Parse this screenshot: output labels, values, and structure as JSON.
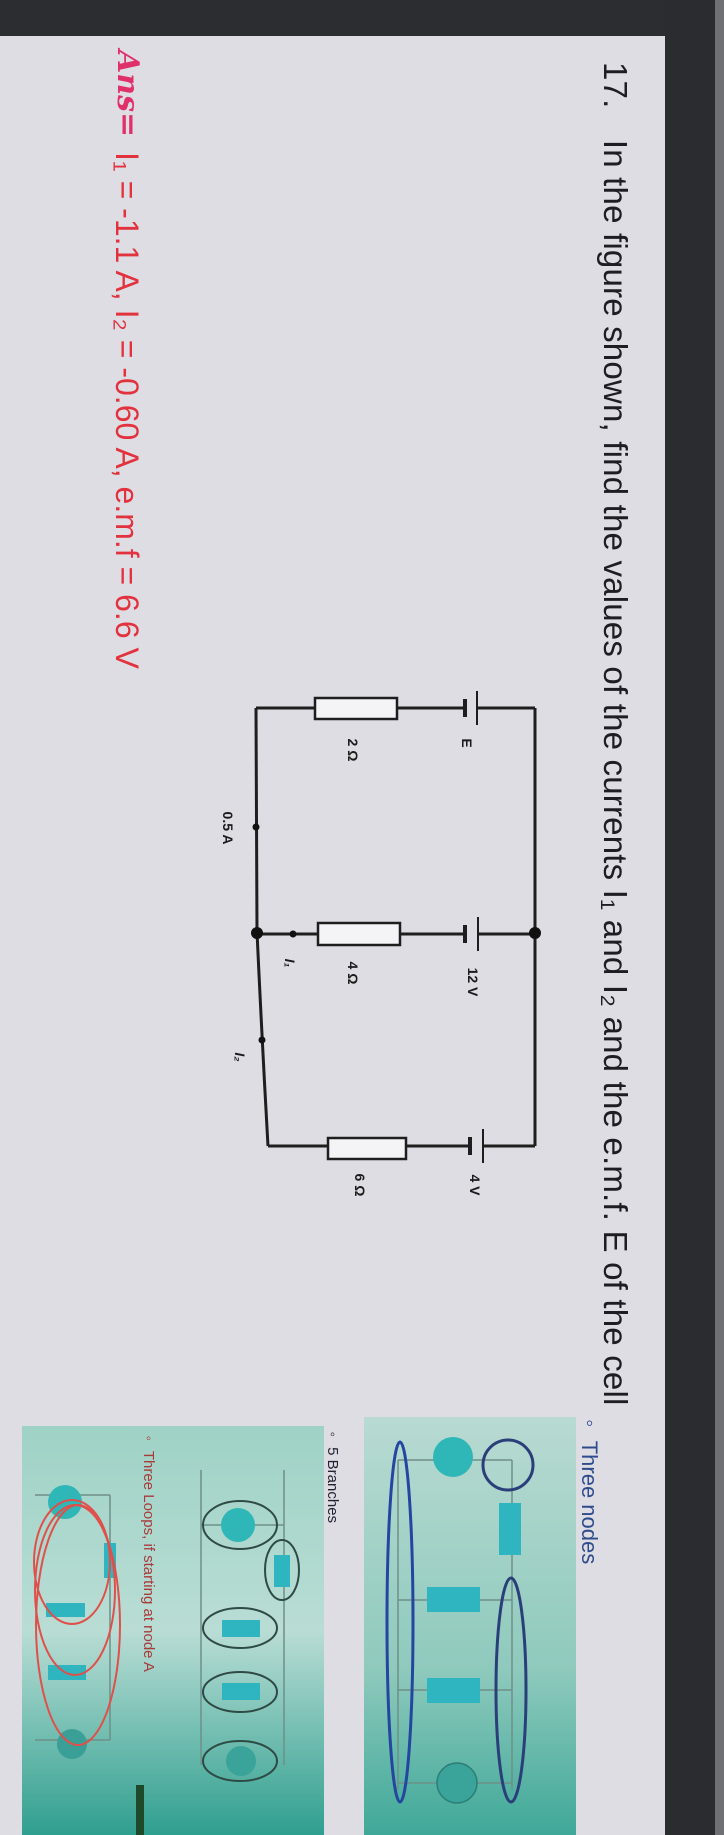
{
  "question": {
    "number": "17.",
    "text": "In the figure shown, find the values of the currents I₁ and I₂ and the e.m.f. E of the cell"
  },
  "answer": {
    "prefix": "Ans=",
    "text": "I₁ = -1.1 A, I₂ = -0.60 A, e.m.f = 6.6 V",
    "color": "#e2323e"
  },
  "circuit": {
    "emf_label": "E",
    "r1_label": "2 Ω",
    "current_label": "0.5 A",
    "i1_label": "I₁",
    "r2_label": "4 Ω",
    "v2_label": "12 V",
    "i2_label": "I₂",
    "r3_label": "6 Ω",
    "v3_label": "4 V"
  },
  "slides": {
    "nodes_label": "◦ Three nodes",
    "branches_label": "◦ 5 Branches",
    "loops_label": "◦ Three Loops, if starting at node A",
    "panel_color": "#4fb3a3"
  }
}
